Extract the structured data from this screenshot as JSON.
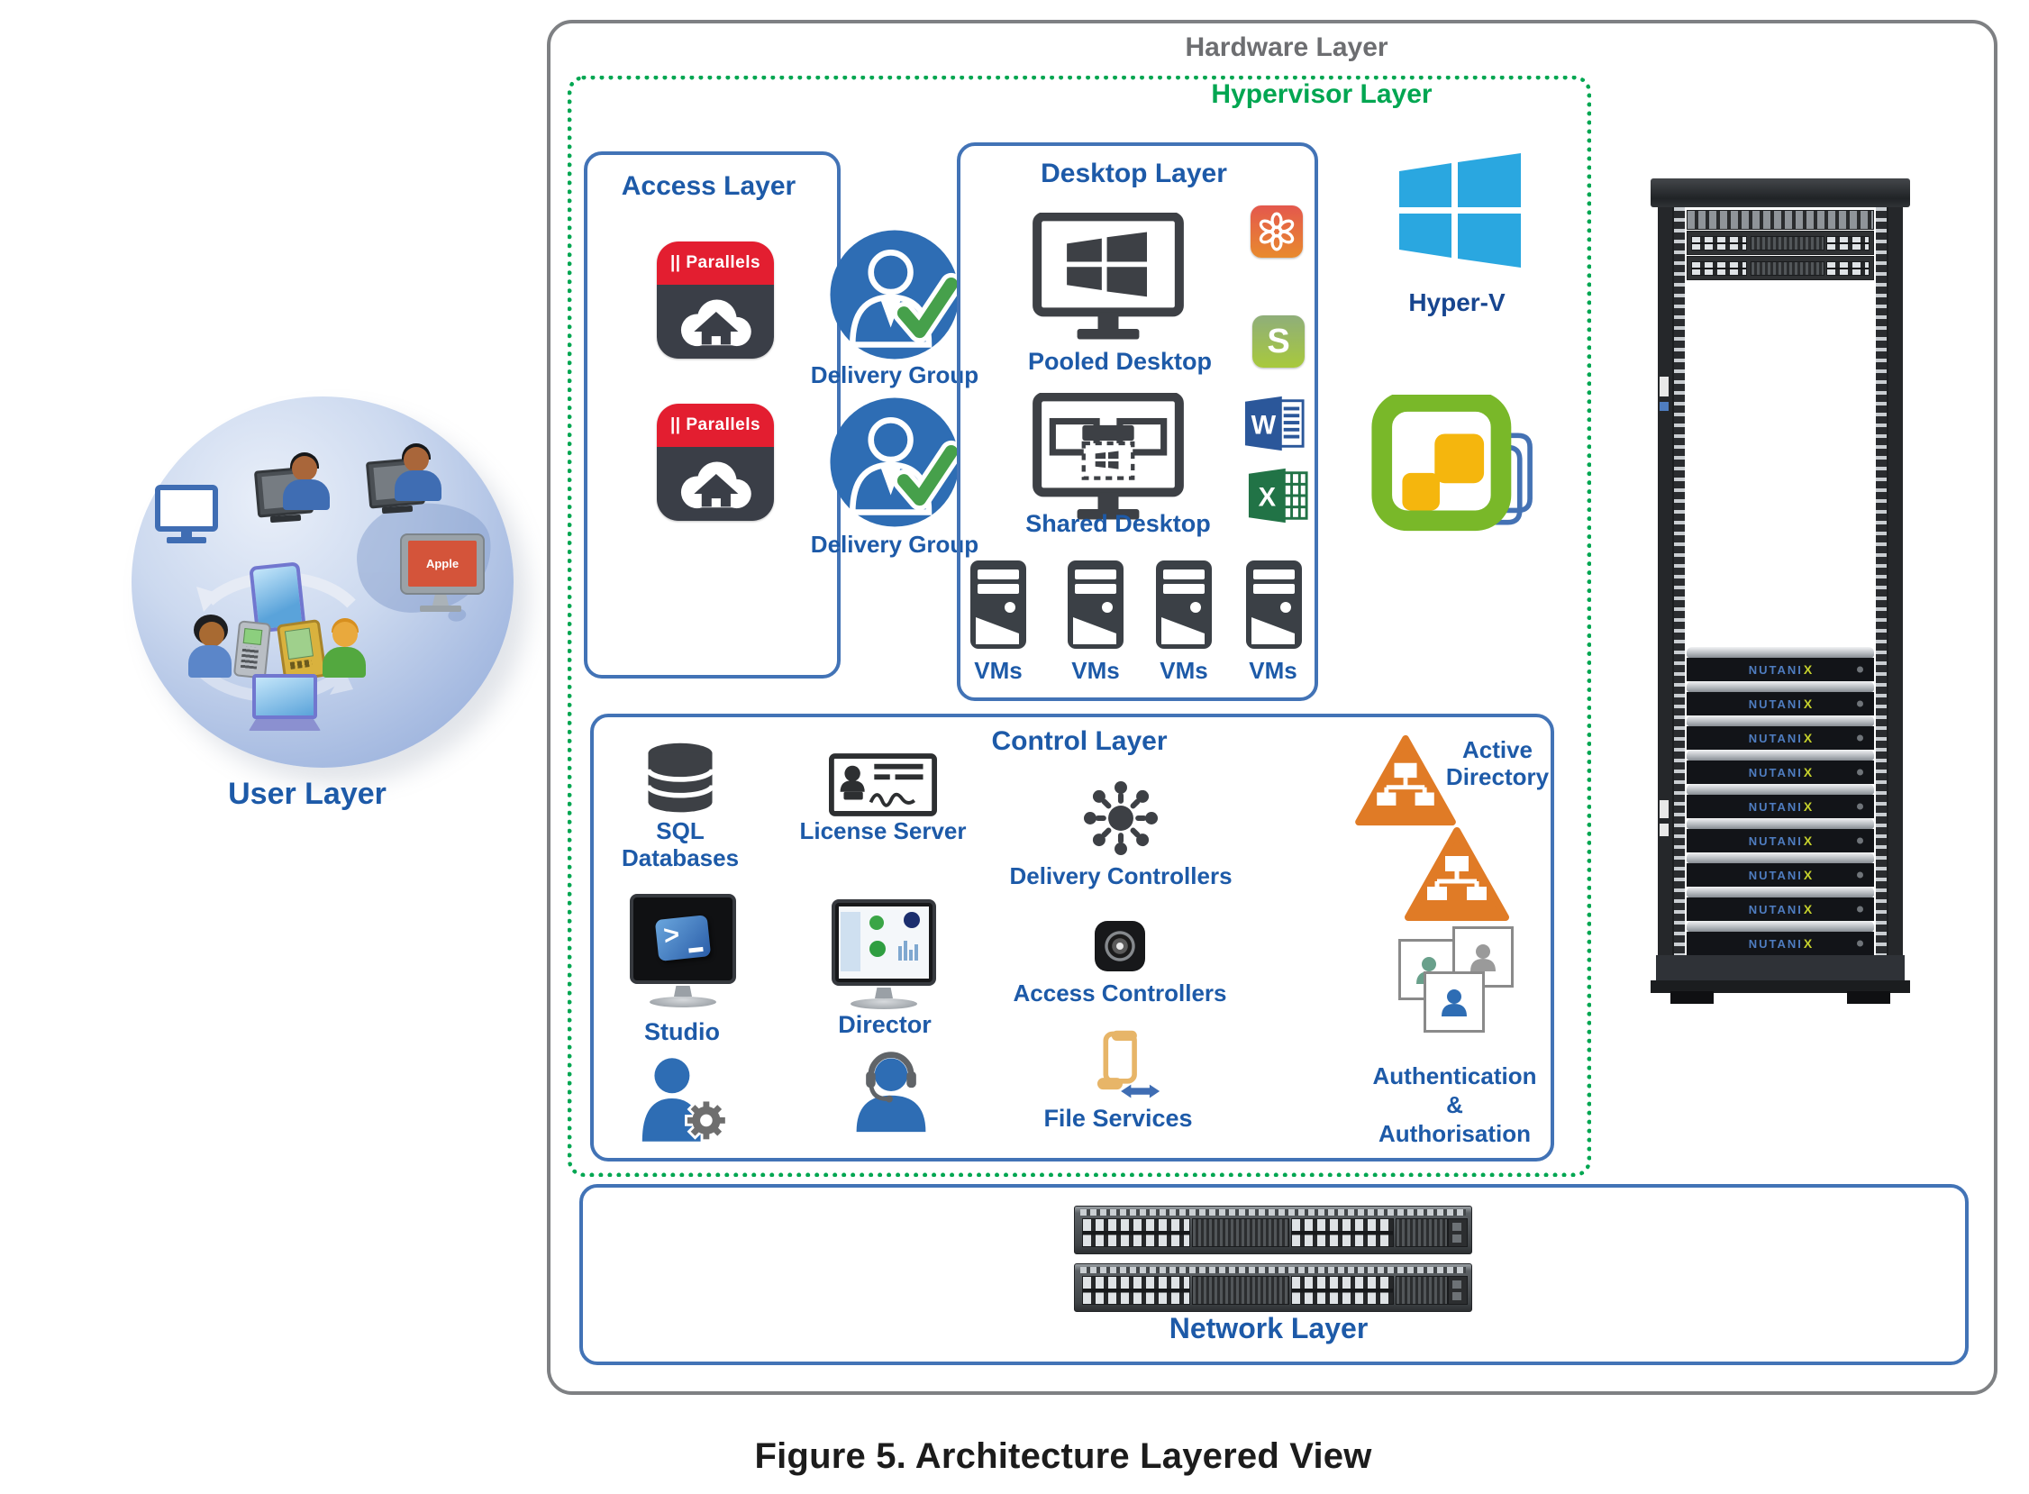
{
  "figure_caption": "Figure 5. Architecture Layered View",
  "hardware_layer": {
    "label": "Hardware Layer"
  },
  "hypervisor_layer": {
    "label": "Hypervisor Layer"
  },
  "user_layer": {
    "label": "User Layer",
    "apple_monitor_text": "Apple"
  },
  "access_layer": {
    "label": "Access Layer",
    "parallels_brand": "|| Parallels",
    "delivery_group_labels": [
      "Delivery Group",
      "Delivery Group"
    ]
  },
  "desktop_layer": {
    "label": "Desktop Layer",
    "pooled_desktop_label": "Pooled Desktop",
    "shared_desktop_label": "Shared Desktop",
    "vm_labels": [
      "VMs",
      "VMs",
      "VMs",
      "VMs"
    ],
    "app_icons": {
      "word": "W",
      "excel": "X",
      "s_badge": "S"
    }
  },
  "hypervisors": {
    "hyper_v_label": "Hyper-V"
  },
  "control_layer": {
    "label": "Control Layer",
    "sql": "SQL Databases",
    "license": "License Server",
    "delivery_controllers": "Delivery Controllers",
    "studio": "Studio",
    "director": "Director",
    "access_controllers": "Access Controllers",
    "file_services": "File Services",
    "active_directory": "Active Directory",
    "auth_lines": [
      "Authentication",
      "&",
      "Authorisation"
    ]
  },
  "network_layer": {
    "label": "Network Layer"
  },
  "rack": {
    "brand_prefix": "NUTANI",
    "brand_suffix": "X"
  },
  "colors": {
    "label_blue": "#1d5aa8",
    "box_border_blue": "#4273b6",
    "hypervisor_green": "#00a651",
    "hardware_gray": "#6d6e71",
    "ad_orange": "#e07b26",
    "parallels_red": "#e31e30",
    "hyperv_blue": "#2aa7e0",
    "vmware_green": "#79b829"
  }
}
